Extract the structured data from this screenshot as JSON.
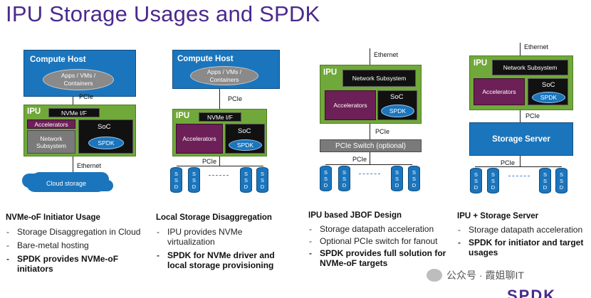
{
  "title": "IPU Storage Usages and SPDK",
  "labels": {
    "compute_host": "Compute Host",
    "apps_line1": "Apps / VMs /",
    "apps_line2": "Containers",
    "pcie": "PCIe",
    "ipu": "IPU",
    "nvme_if": "NVMe I/F",
    "accelerators": "Accelerators",
    "network_line1": "Network",
    "network_line2": "Subsystem",
    "soc": "SoC",
    "spdk": "SPDK",
    "ethernet": "Ethernet",
    "cloud_storage": "Cloud storage",
    "network_subsystem": "Network Subsystem",
    "pcie_switch": "PCIe Switch (optional)",
    "storage_server": "Storage Server",
    "ssd_s": "S",
    "ssd_d": "D"
  },
  "panels": [
    {
      "heading": "NVMe-oF Initiator Usage",
      "bullets": [
        {
          "text": "Storage Disaggregation in Cloud",
          "bold": false
        },
        {
          "text": "Bare-metal hosting",
          "bold": false
        },
        {
          "text": "SPDK provides NVMe-oF initiators",
          "bold": true
        }
      ]
    },
    {
      "heading": "Local Storage Disaggregation",
      "bullets": [
        {
          "text": "IPU provides NVMe virtualization",
          "bold": false
        },
        {
          "text": "SPDK for NVMe driver and local storage provisioning",
          "bold": true
        }
      ]
    },
    {
      "heading": "IPU based JBOF Design",
      "bullets": [
        {
          "text": "Storage datapath acceleration",
          "bold": false
        },
        {
          "text": "Optional PCIe switch for fanout",
          "bold": false
        },
        {
          "text": "SPDK provides full solution for NVMe-oF targets",
          "bold": true
        }
      ]
    },
    {
      "heading": "IPU + Storage Server",
      "bullets": [
        {
          "text": "Storage datapath acceleration",
          "bold": false
        },
        {
          "text": "SPDK for initiator and target usages",
          "bold": true
        }
      ]
    }
  ],
  "watermark": "公众号 · 霞姐聊IT",
  "logo_fragment": "SPDK",
  "colors": {
    "title": "#4a2a8c",
    "blue": "#1b75bc",
    "green": "#70a83a",
    "maroon": "#6d1f57"
  }
}
